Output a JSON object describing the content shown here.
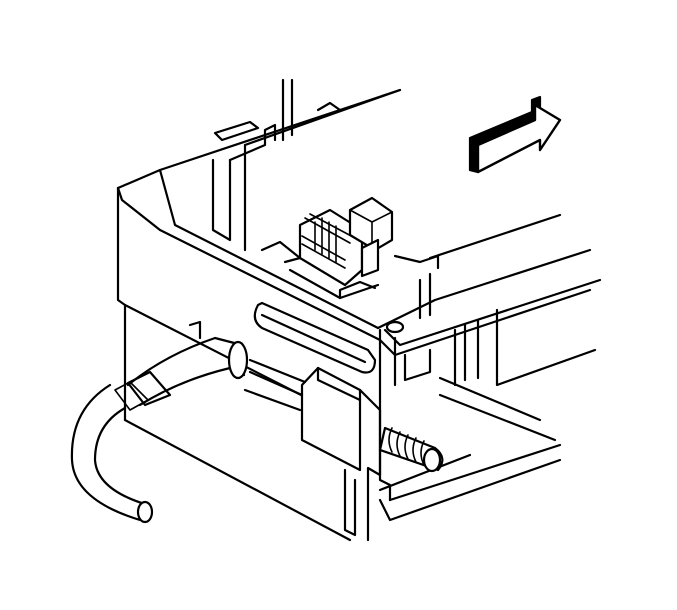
{
  "figure": {
    "background_color": "#ffffff",
    "line_color": "#000000",
    "parts": [
      "direction-arrow",
      "module-housing",
      "connector-latch",
      "retaining-slot",
      "wiring-conduit",
      "locking-tab",
      "coil-spring",
      "mounting-bracket"
    ]
  }
}
